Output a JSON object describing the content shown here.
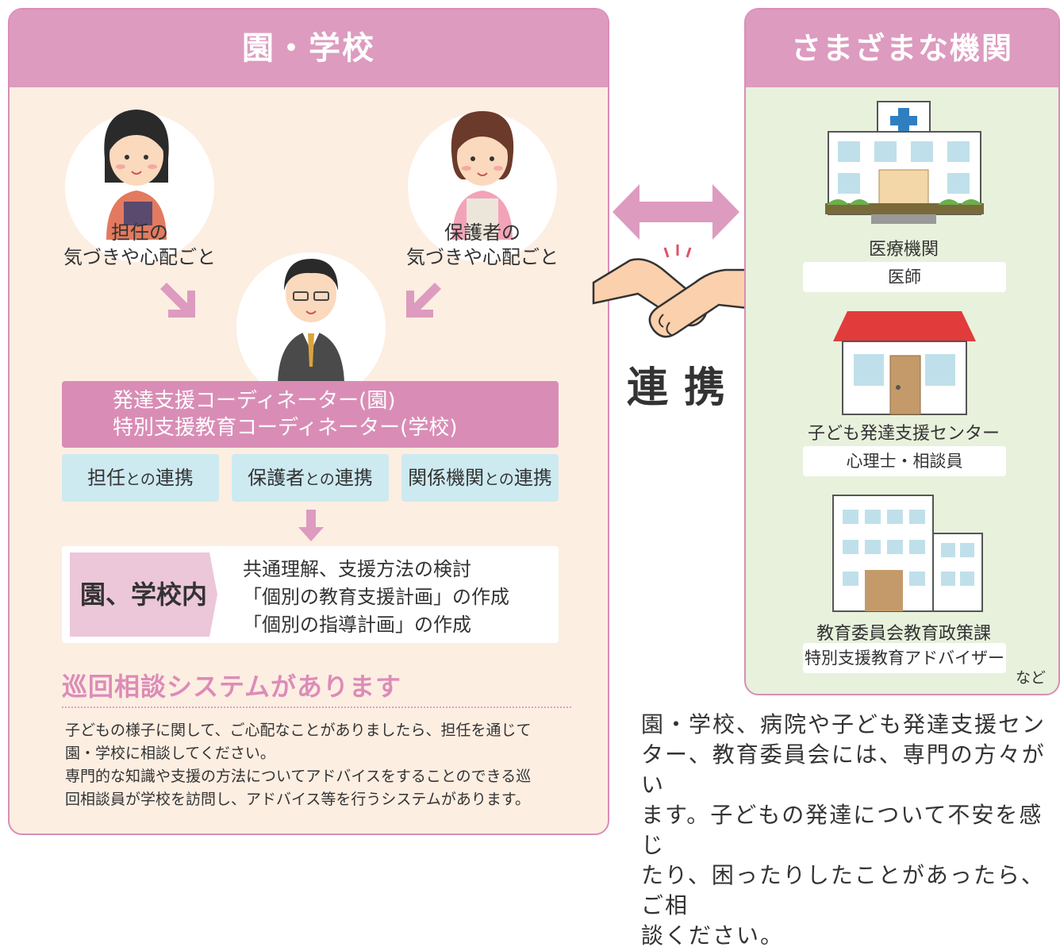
{
  "left_panel": {
    "title": "園・学校",
    "teacher_concern": {
      "line1": "担任の",
      "line2": "気づきや心配ごと"
    },
    "guardian_concern": {
      "line1": "保護者の",
      "line2": "気づきや心配ごと"
    },
    "coordinator": {
      "line1": "発達支援コーディネーター(園)",
      "line2": "特別支援教育コーディネーター(学校)"
    },
    "links": [
      {
        "main": "担任",
        "small": "との",
        "end": "連携"
      },
      {
        "main": "保護者",
        "small": "との",
        "end": "連携"
      },
      {
        "main": "関係機関",
        "small": "との",
        "end": "連携"
      }
    ],
    "inner": {
      "label": "園、学校内",
      "lines": [
        "共通理解、支援方法の検討",
        "「個別の教育支援計画」の作成",
        "「個別の指導計画」の作成"
      ]
    },
    "tour": {
      "title": "巡回相談システムがあります",
      "lines": [
        "子どもの様子に関して、ご心配なことがありましたら、担任を通じて",
        "園・学校に相談してください。",
        "専門的な知識や支援の方法についてアドバイスをすることのできる巡",
        "回相談員が学校を訪問し、アドバイス等を行うシステムがあります。"
      ]
    }
  },
  "center": {
    "renkei": "連携"
  },
  "right_panel": {
    "title": "さまざまな機関",
    "institutions": [
      {
        "name": "医療機関",
        "role": "医師"
      },
      {
        "name": "子ども発達支援センター",
        "role": "心理士・相談員"
      },
      {
        "name": "教育委員会教育政策課",
        "role": "特別支援教育アドバイザー"
      }
    ],
    "etc": "など"
  },
  "bottom_text": {
    "lines": [
      "園・学校、病院や子ども発達支援セン",
      "ター、教育委員会には、専門の方々がい",
      "ます。子どもの発達について不安を感じ",
      "たり、困ったりしたことがあったら、ご相",
      "談ください。"
    ]
  },
  "colors": {
    "pink": "#dd9bbf",
    "peach": "#fdeee2",
    "green": "#e8f1dc",
    "blue": "#cdeaf0"
  }
}
